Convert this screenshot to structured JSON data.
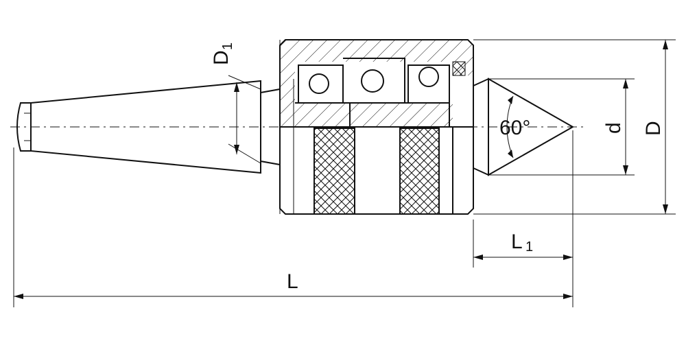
{
  "drawing": {
    "title": "Live center technical drawing",
    "labels": {
      "D1_main": "D",
      "D1_sub": "1",
      "D": "D",
      "d": "d",
      "angle": "60°",
      "L1_main": "L",
      "L1_sub": "1",
      "L": "L"
    }
  }
}
